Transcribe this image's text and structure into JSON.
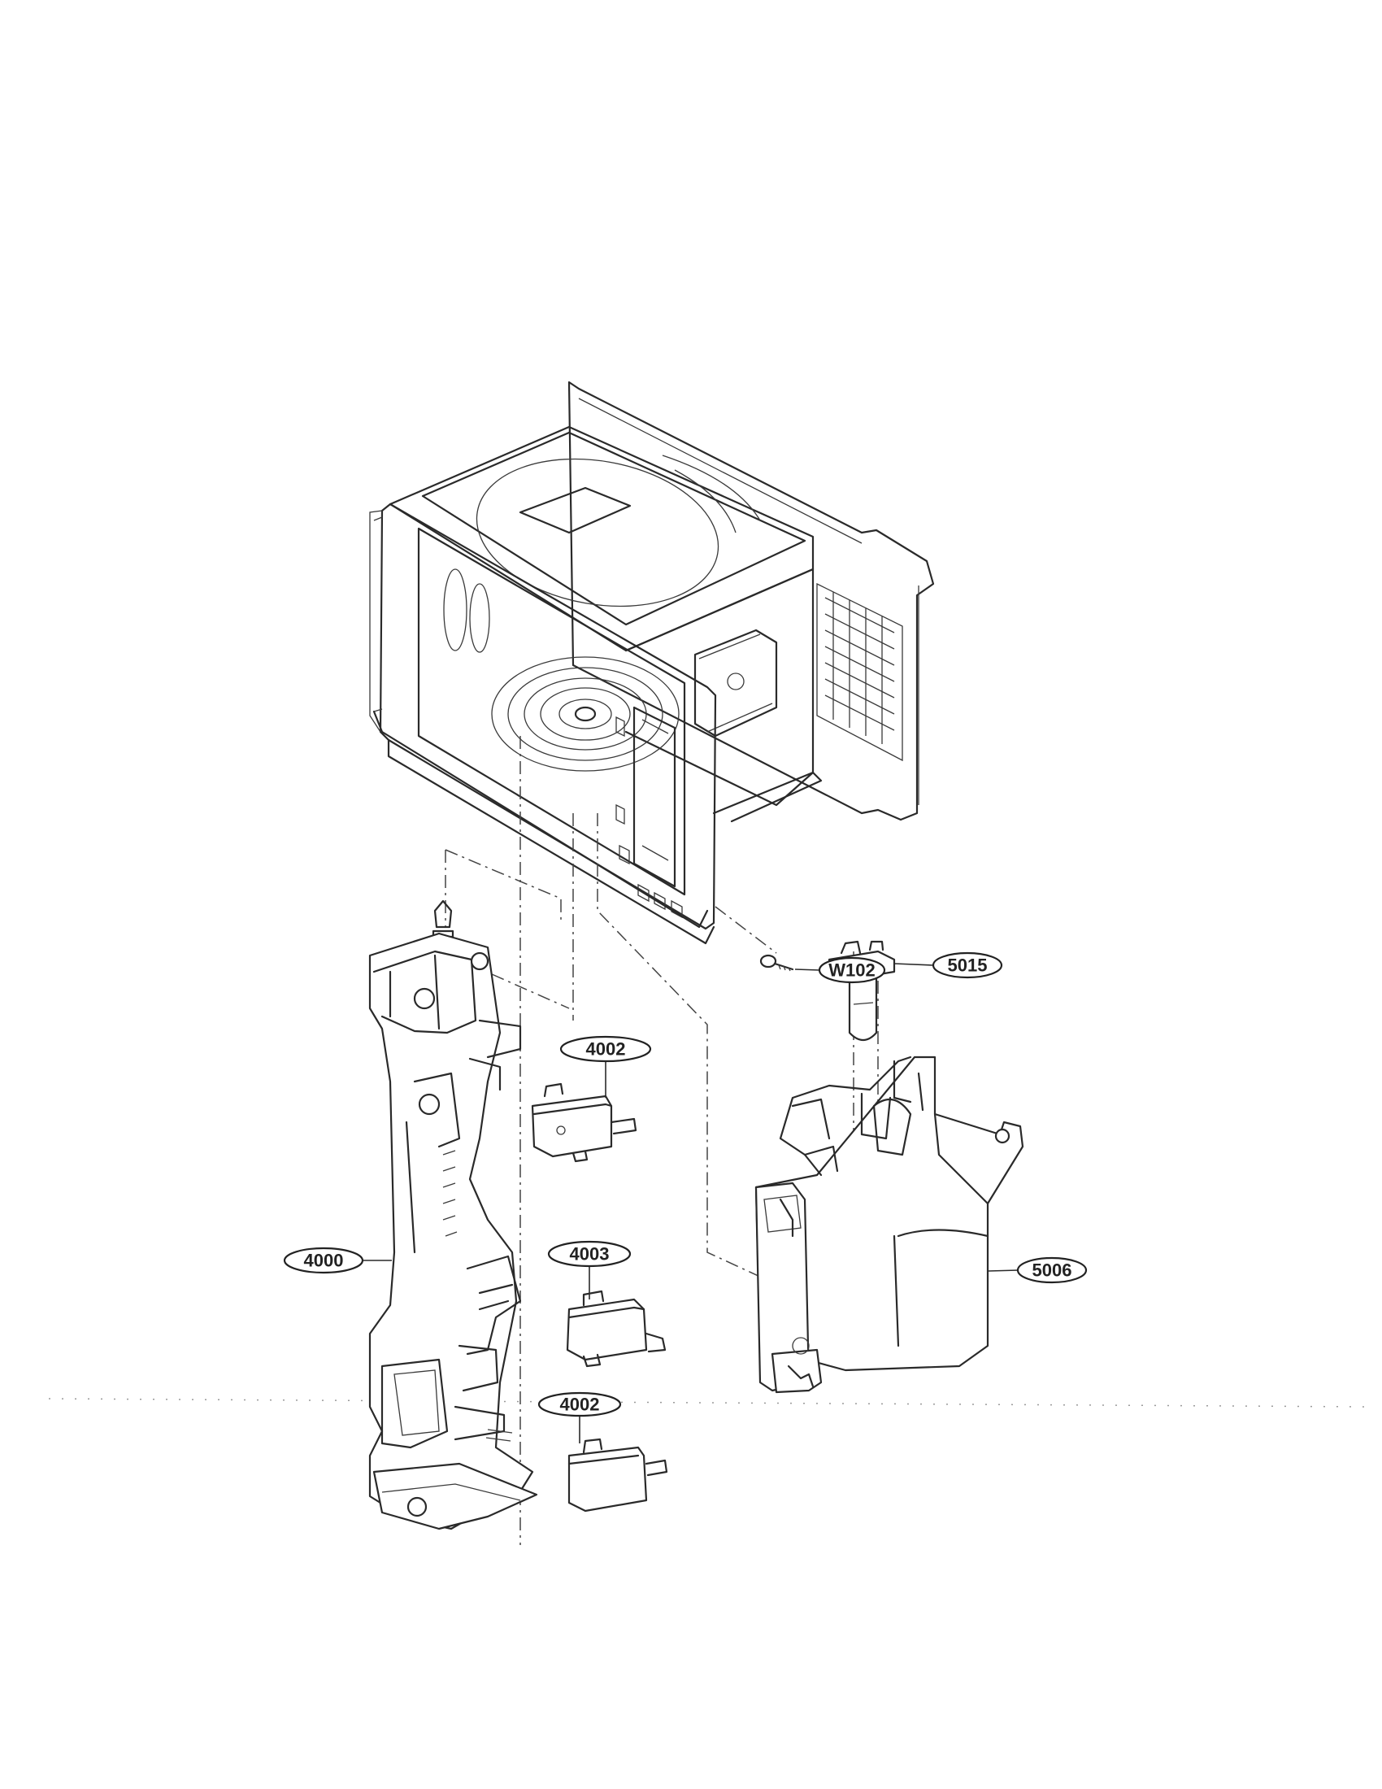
{
  "diagram": {
    "callouts": {
      "w102": "W102",
      "p5015": "5015",
      "p4002_top": "4002",
      "p4000": "4000",
      "p4003": "4003",
      "p5006": "5006",
      "p4002_bottom": "4002"
    }
  }
}
